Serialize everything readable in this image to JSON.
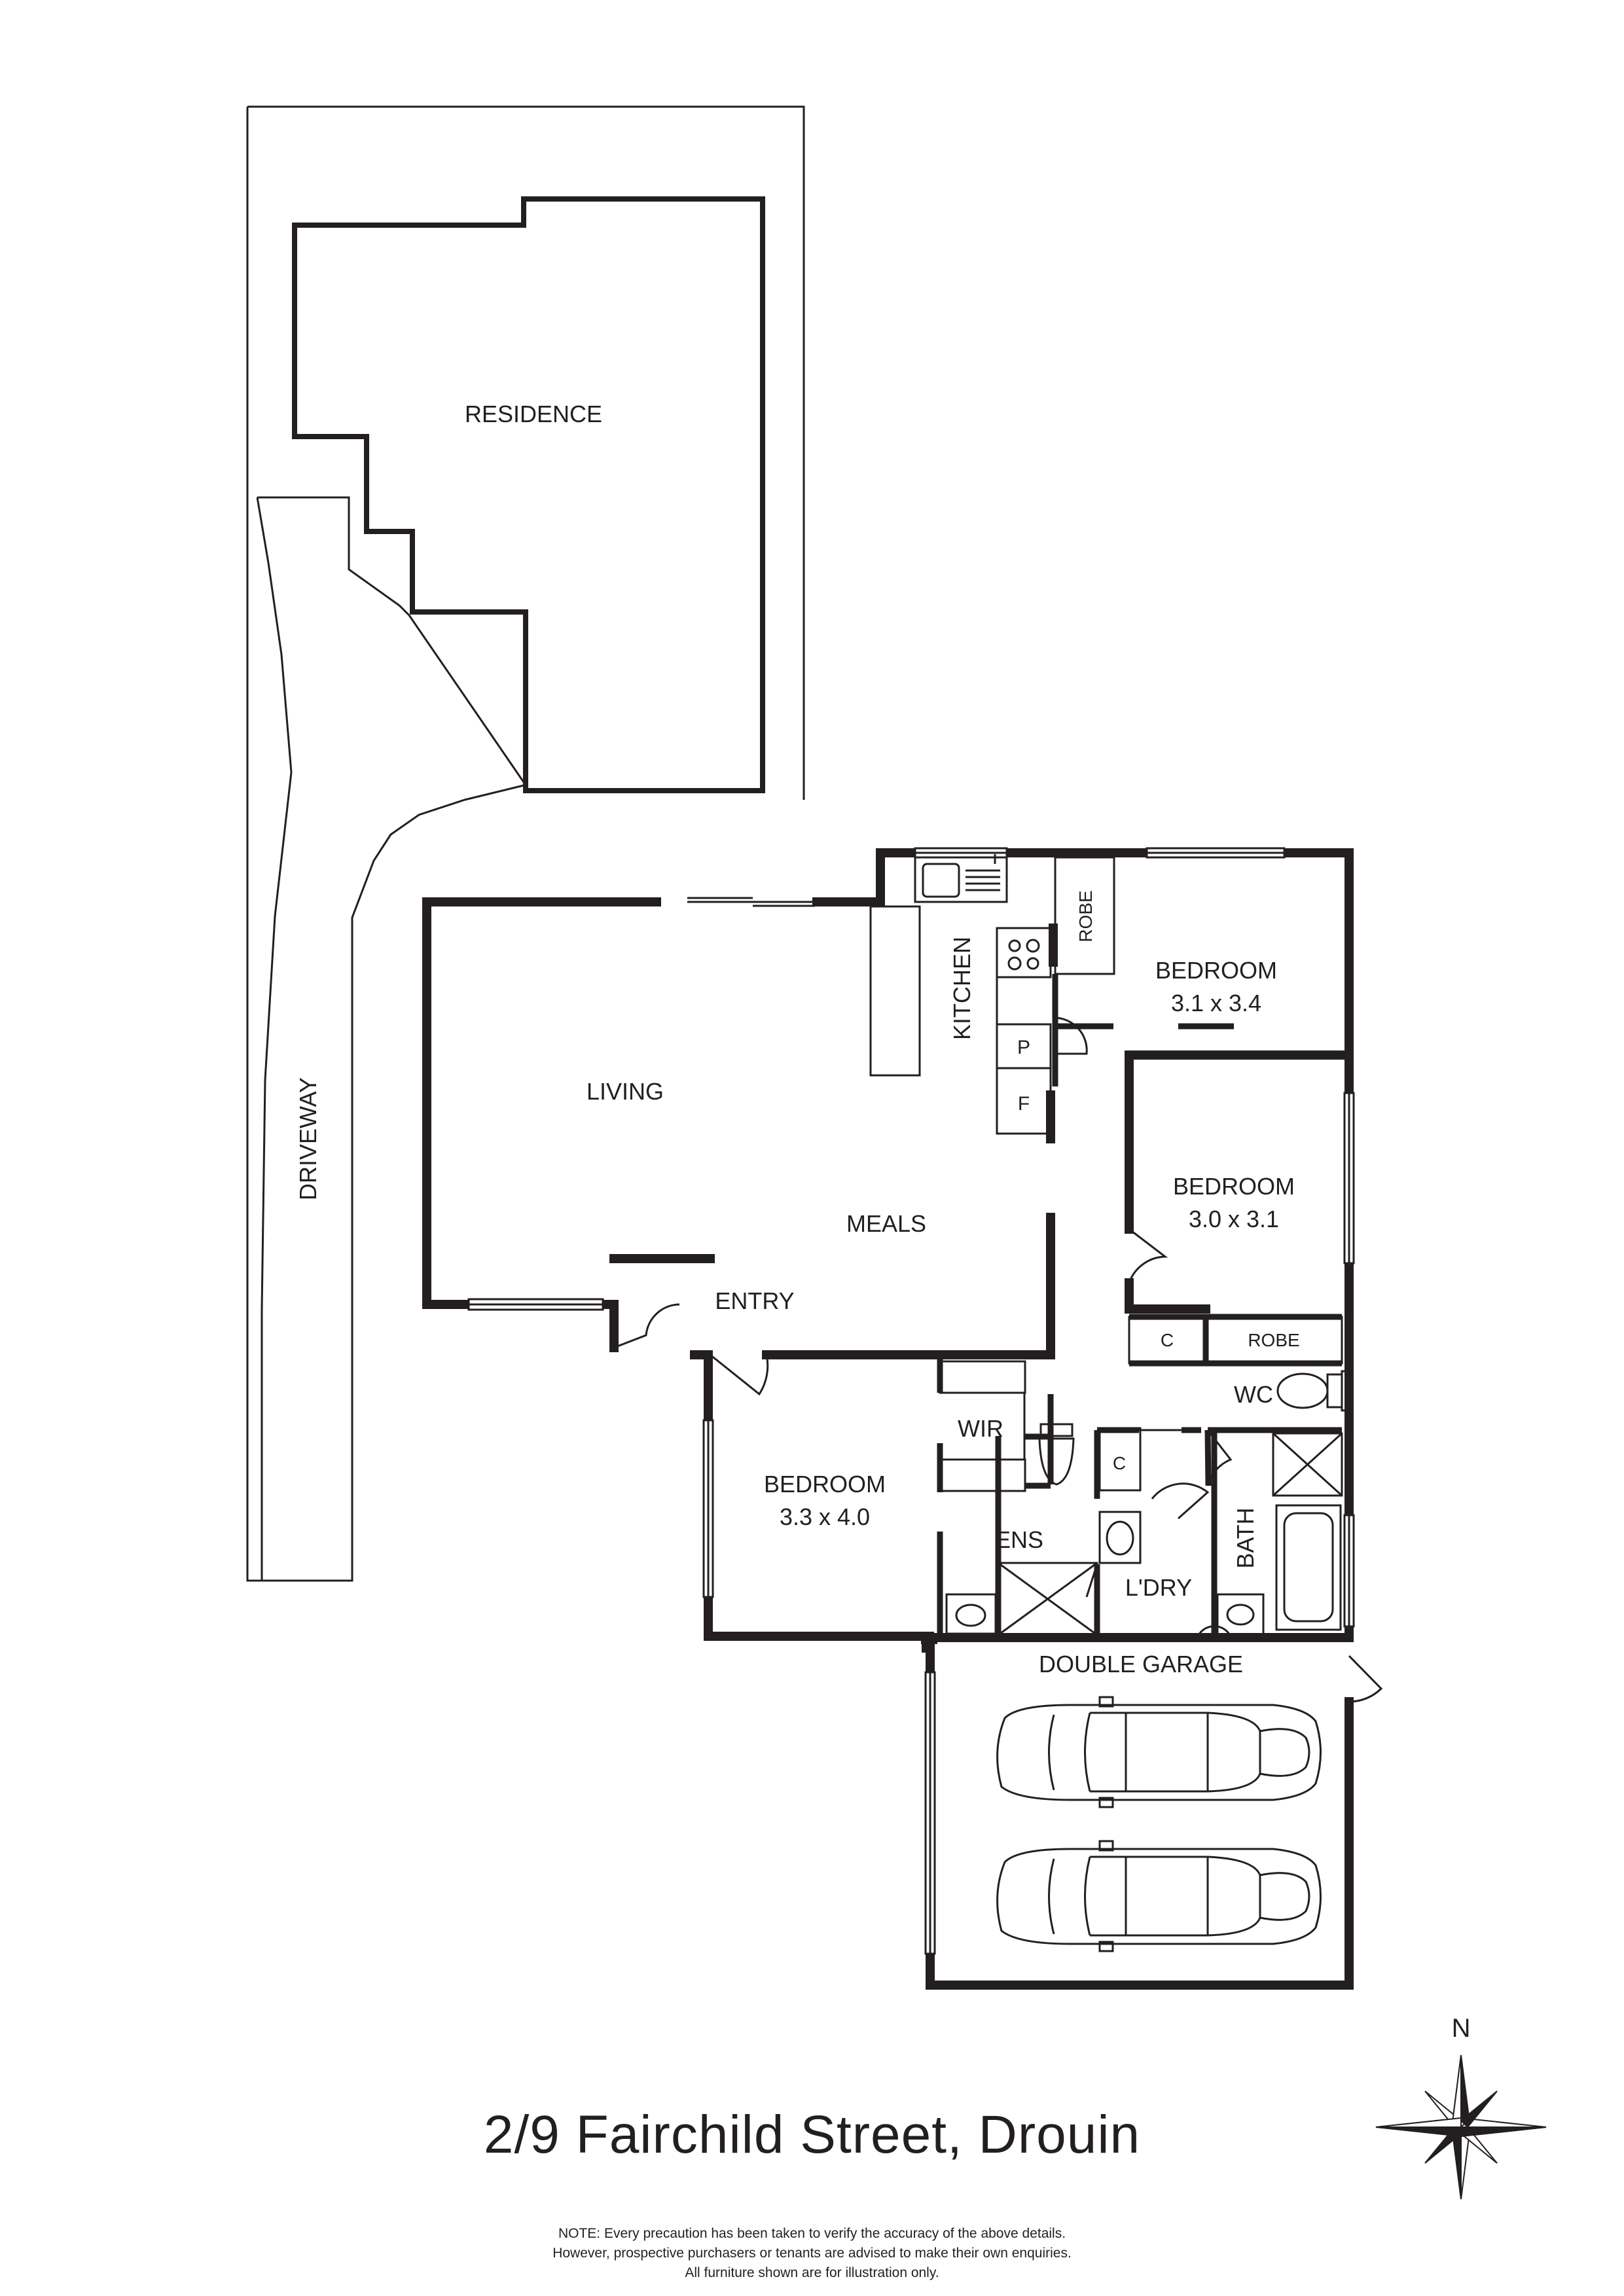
{
  "rooms": {
    "residence": "RESIDENCE",
    "driveway": "DRIVEWAY",
    "living": "LIVING",
    "meals": "MEALS",
    "kitchen": "KITCHEN",
    "pantry": "P",
    "fridge": "F",
    "entry": "ENTRY",
    "bedroom1": {
      "name": "BEDROOM",
      "size": "3.1 x 3.4"
    },
    "bedroom2": {
      "name": "BEDROOM",
      "size": "3.0 x 3.1"
    },
    "bedroom3": {
      "name": "BEDROOM",
      "size": "3.3 x 4.0"
    },
    "robe1": "ROBE",
    "robe2": "ROBE",
    "cupboard1": "C",
    "cupboard2": "C",
    "wc": "WC",
    "wir": "WIR",
    "ensuite": "ENS",
    "bath": "BATH",
    "laundry": "L'DRY",
    "garage": "DOUBLE GARAGE"
  },
  "compass": {
    "north": "N"
  },
  "address": "2/9 Fairchild Street, Drouin",
  "note": [
    "NOTE: Every precaution has been taken to verify the accuracy of the above details.",
    "However, prospective purchasers or tenants are advised to make their own enquiries.",
    "All furniture shown are for illustration only."
  ],
  "colors": {
    "ink": "#231f20",
    "background": "#ffffff"
  }
}
